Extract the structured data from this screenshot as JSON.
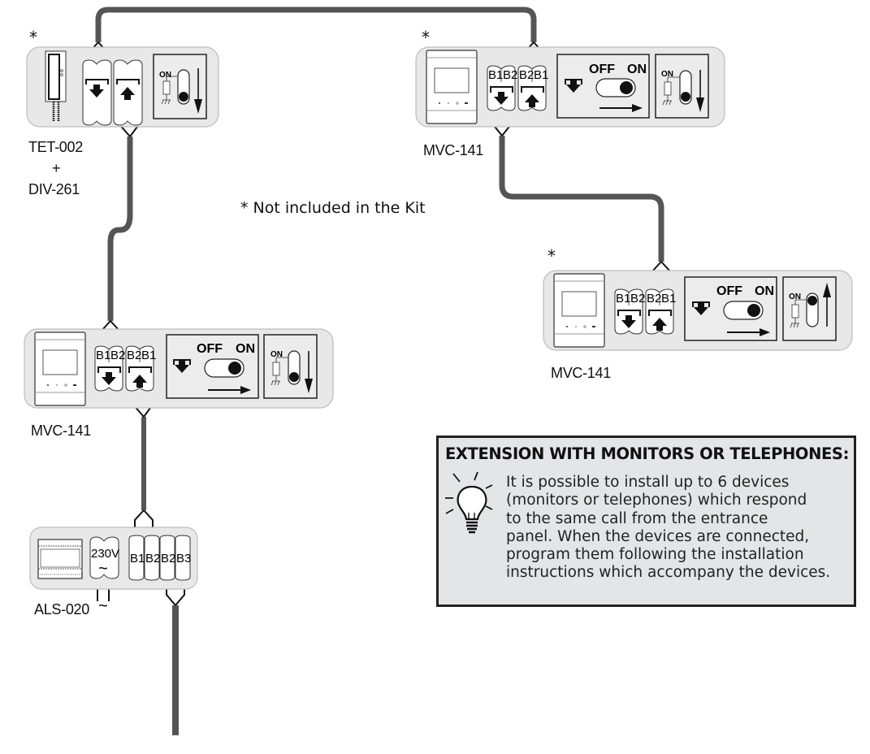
{
  "footnote": "* Not included in the Kit",
  "not_included_marker": "*",
  "devices": {
    "tet002": {
      "label_line1": "TET-002",
      "label_plus": "+",
      "label_line2": "DIV-261",
      "switch_on": "ON"
    },
    "mvc_top": {
      "label": "MVC-141",
      "terminals": [
        "B1",
        "B2",
        "B2",
        "B1"
      ],
      "switch_off": "OFF",
      "switch_on": "ON",
      "dip_on": "ON"
    },
    "mvc_right": {
      "label": "MVC-141",
      "terminals": [
        "B1",
        "B2",
        "B2",
        "B1"
      ],
      "switch_off": "OFF",
      "switch_on": "ON",
      "dip_on": "ON"
    },
    "mvc_left": {
      "label": "MVC-141",
      "terminals": [
        "B1",
        "B2",
        "B2",
        "B1"
      ],
      "switch_off": "OFF",
      "switch_on": "ON",
      "dip_on": "ON"
    },
    "als020": {
      "label": "ALS-020",
      "power": "230V",
      "tilde": "~",
      "terminals": [
        "B1",
        "B2",
        "B2",
        "B3"
      ]
    }
  },
  "infobox": {
    "title": "EXTENSION WITH MONITORS OR TELEPHONES:",
    "lines": [
      "It is possible to install up to 6 devices",
      "(monitors or telephones) which respond",
      "to the same call from the entrance",
      "panel. When the devices are connected,",
      "program them following the installation",
      "instructions which accompany the devices."
    ]
  },
  "colors": {
    "cable": "#555555",
    "panel_bg": "#e8e8e9",
    "box_bg": "#e4e5e7"
  }
}
